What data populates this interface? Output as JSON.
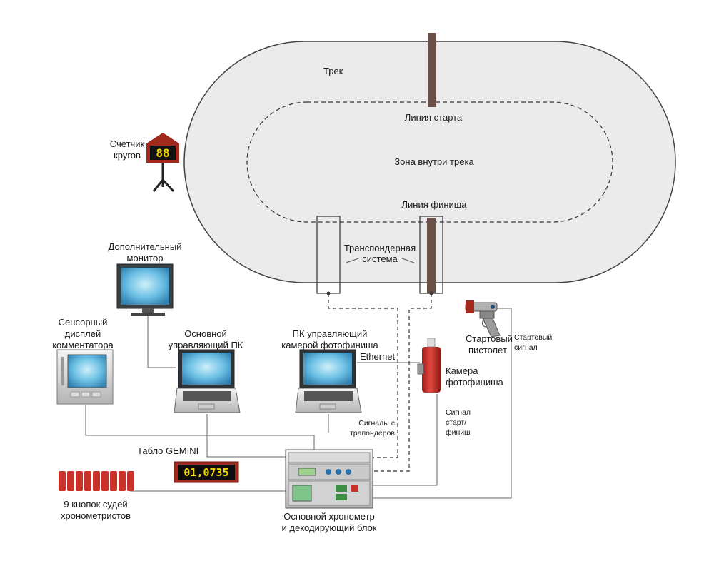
{
  "track": {
    "track_label": "Трек",
    "start_line_label": "Линия старта",
    "infield_label": "Зона внутри трека",
    "finish_line_label": "Линия финиша",
    "transponder_label_1": "Транспондерная",
    "transponder_label_2": "система"
  },
  "lap_counter": {
    "label_1": "Счетчик",
    "label_2": "кругов",
    "digits": "88"
  },
  "devices": {
    "extra_monitor_1": "Дополнительный",
    "extra_monitor_2": "монитор",
    "touch_display_1": "Сенсорный",
    "touch_display_2": "дисплей",
    "touch_display_3": "комментатора",
    "main_pc_1": "Основной",
    "main_pc_2": "управляющий ПК",
    "photo_pc_1": "ПК управляющий",
    "photo_pc_2": "камерой фотофиниша",
    "camera_1": "Камера",
    "camera_2": "фотофиниша",
    "pistol_1": "Стартовый",
    "pistol_2": "пистолет",
    "scoreboard_label": "Табло GEMINI",
    "scoreboard_value": "01,0735",
    "buttons_1": "9 кнопок судей",
    "buttons_2": "хронометристов",
    "chrono_1": "Основной хронометр",
    "chrono_2": "и декодирующий блок"
  },
  "signals": {
    "ethernet": "Ethernet",
    "start_signal_1": "Стартовый",
    "start_signal_2": "сигнал",
    "startfinish_1": "Сигнал",
    "startfinish_2": "старт/",
    "startfinish_3": "финиш",
    "transponder_sig_1": "Сигналы с",
    "transponder_sig_2": "трапондеров"
  },
  "colors": {
    "track_fill": "#ebebeb",
    "post": "#6b5048",
    "display_red": "#a12a1e",
    "screen_blue": "#5fb3da",
    "camera_red": "#c8322b",
    "led_yellow": "#f2d500"
  }
}
